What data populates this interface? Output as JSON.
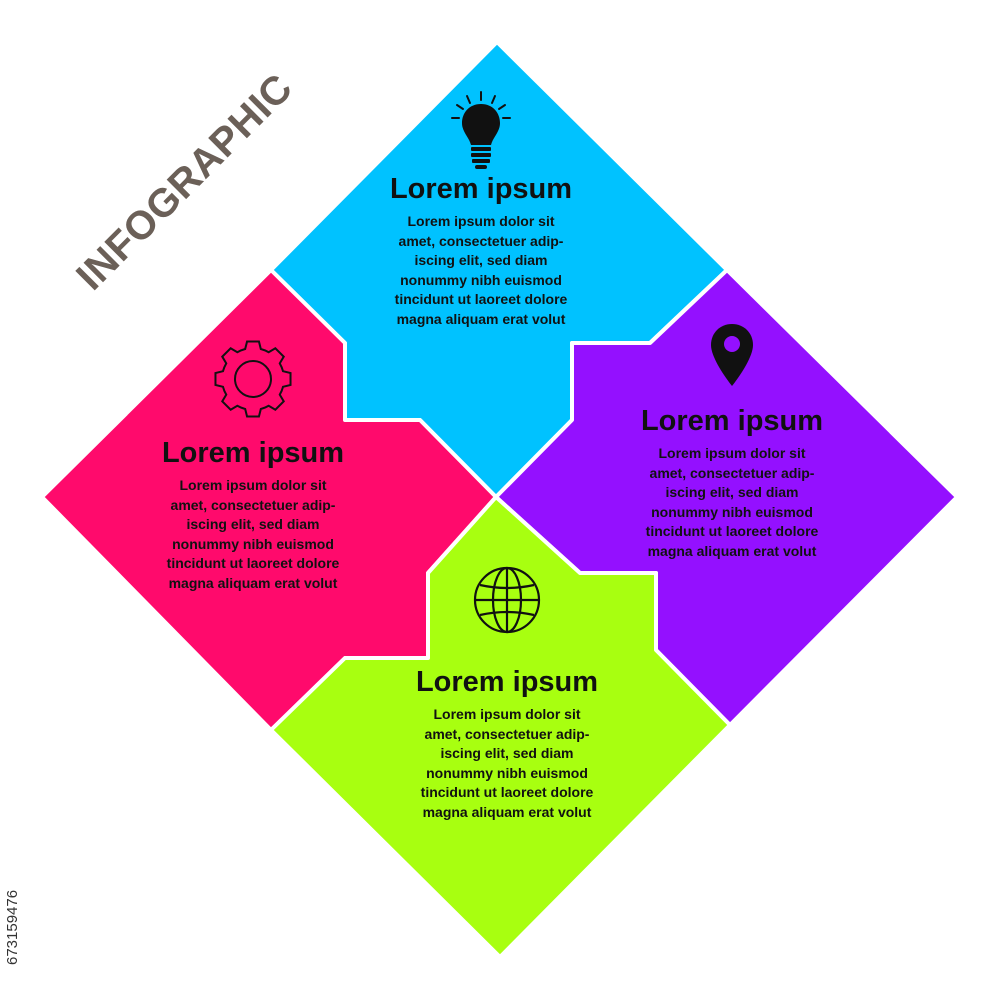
{
  "title": "INFOGRAPHIC",
  "colors": {
    "title": "#6b6058",
    "top": "#00c2ff",
    "right": "#9410ff",
    "left": "#ff0a6c",
    "bottom": "#a8ff10",
    "text": "#111111",
    "divider": "#ffffff"
  },
  "sections": {
    "top": {
      "icon": "lightbulb-icon",
      "heading": "Lorem ipsum",
      "body": "Lorem ipsum dolor sit\namet, consectetuer adip-\niscing elit, sed diam\nnonummy nibh euismod\ntincidunt ut laoreet dolore\nmagna aliquam erat volut"
    },
    "right": {
      "icon": "location-pin-icon",
      "heading": "Lorem ipsum",
      "body": "Lorem ipsum dolor sit\namet, consectetuer adip-\niscing elit, sed diam\nnonummy nibh euismod\ntincidunt ut laoreet dolore\nmagna aliquam erat volut"
    },
    "left": {
      "icon": "gear-icon",
      "heading": "Lorem ipsum",
      "body": "Lorem ipsum dolor sit\namet, consectetuer adip-\niscing elit, sed diam\nnonummy nibh euismod\ntincidunt ut laoreet dolore\nmagna aliquam erat volut"
    },
    "bottom": {
      "icon": "globe-icon",
      "heading": "Lorem ipsum",
      "body": "Lorem ipsum dolor sit\namet, consectetuer adip-\niscing elit, sed diam\nnonummy nibh euismod\ntincidunt ut laoreet dolore\nmagna aliquam erat volut"
    }
  },
  "credit": "673159476"
}
